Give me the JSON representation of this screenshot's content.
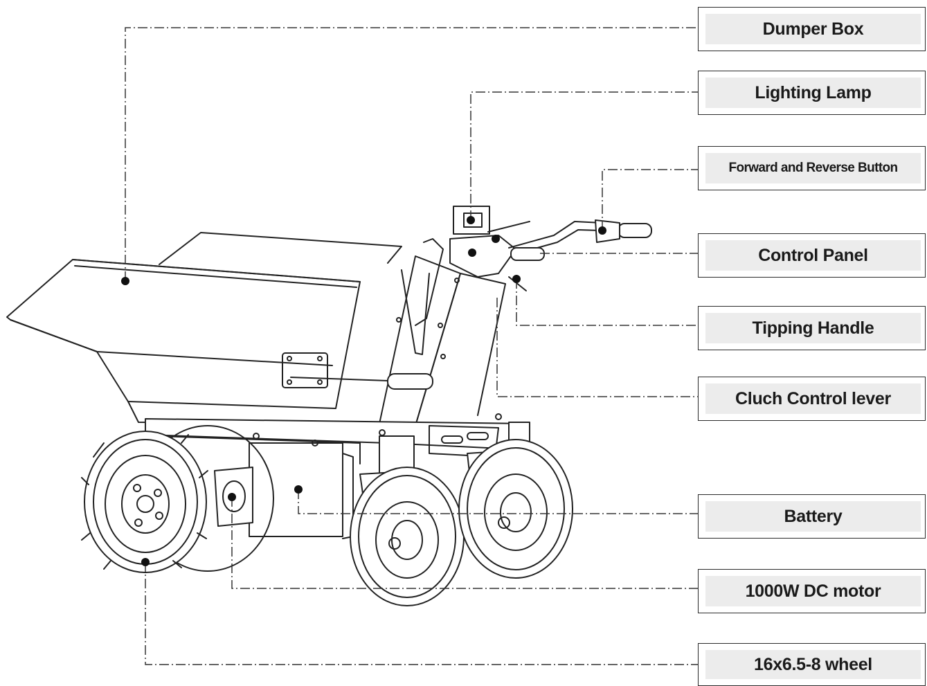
{
  "diagram": {
    "subject": "Electric mini dumper with callout labels",
    "stroke_color": "#222222",
    "label_fill": "#ececec",
    "callouts": [
      {
        "id": "dumper-box",
        "label": "Dumper Box"
      },
      {
        "id": "lighting-lamp",
        "label": "Lighting Lamp"
      },
      {
        "id": "forward-reverse-button",
        "label": "Forward and Reverse Button"
      },
      {
        "id": "control-panel",
        "label": "Control Panel"
      },
      {
        "id": "tipping-handle",
        "label": "Tipping Handle"
      },
      {
        "id": "cluch-control-lever",
        "label": "Cluch Control lever"
      },
      {
        "id": "battery",
        "label": "Battery"
      },
      {
        "id": "dc-motor",
        "label": "1000W DC motor"
      },
      {
        "id": "wheel",
        "label": "16x6.5-8 wheel"
      }
    ]
  }
}
